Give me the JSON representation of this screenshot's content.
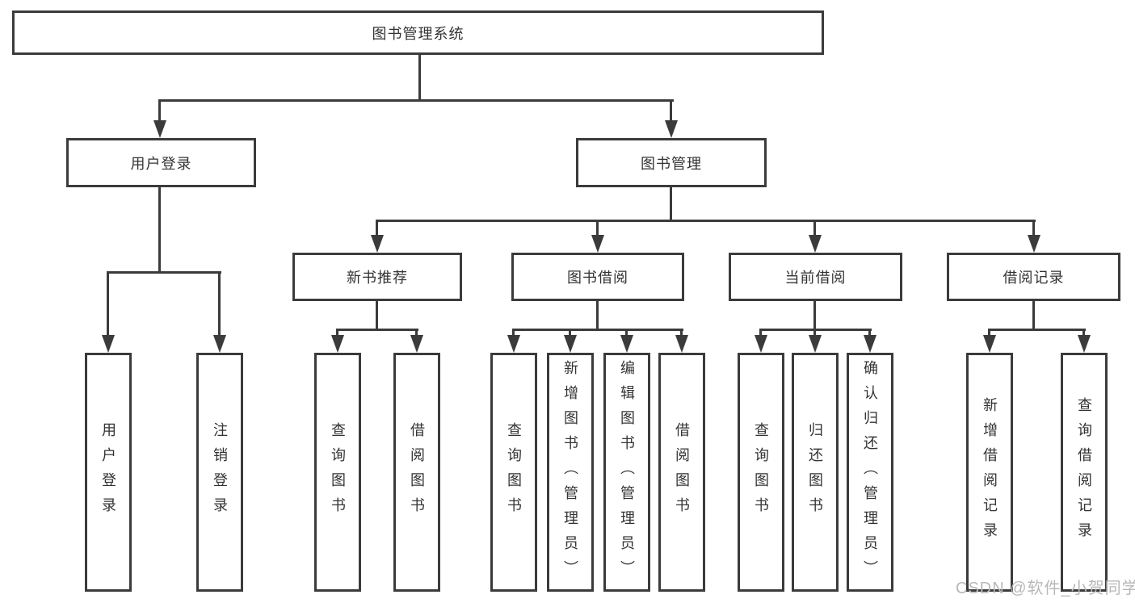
{
  "diagram": {
    "root": {
      "label": "图书管理系统"
    },
    "level2": [
      {
        "id": "user-login",
        "label": "用户登录"
      },
      {
        "id": "book-management",
        "label": "图书管理"
      }
    ],
    "level3": [
      {
        "id": "new-book-recommend",
        "label": "新书推荐"
      },
      {
        "id": "book-borrow",
        "label": "图书借阅"
      },
      {
        "id": "current-borrow",
        "label": "当前借阅"
      },
      {
        "id": "borrow-records",
        "label": "借阅记录"
      }
    ],
    "leaves": [
      {
        "id": "user-login",
        "label": "用户登录"
      },
      {
        "id": "logout",
        "label": "注销登录"
      },
      {
        "id": "query-books-recommend",
        "label": "查询图书"
      },
      {
        "id": "borrow-books-recommend",
        "label": "借阅图书"
      },
      {
        "id": "query-books-borrow",
        "label": "查询图书"
      },
      {
        "id": "add-books-admin",
        "label": "新增图书（管理员）"
      },
      {
        "id": "edit-books-admin",
        "label": "编辑图书（管理员）"
      },
      {
        "id": "borrow-books-borrow",
        "label": "借阅图书"
      },
      {
        "id": "query-books-current",
        "label": "查询图书"
      },
      {
        "id": "return-books",
        "label": "归还图书"
      },
      {
        "id": "confirm-return-admin",
        "label": "确认归还（管理员）"
      },
      {
        "id": "add-borrow-record",
        "label": "新增借阅记录"
      },
      {
        "id": "query-borrow-record",
        "label": "查询借阅记录"
      }
    ],
    "hierarchy": {
      "图书管理系统": {
        "用户登录": [
          "用户登录",
          "注销登录"
        ],
        "图书管理": {
          "新书推荐": [
            "查询图书",
            "借阅图书"
          ],
          "图书借阅": [
            "查询图书",
            "新增图书（管理员）",
            "编辑图书（管理员）",
            "借阅图书"
          ],
          "当前借阅": [
            "查询图书",
            "归还图书",
            "确认归还（管理员）"
          ],
          "借阅记录": [
            "新增借阅记录",
            "查询借阅记录"
          ]
        }
      }
    },
    "colors": {
      "line": "#3b3b3b",
      "text": "#333333",
      "box_background": "#ffffff",
      "watermark": "#b8b8b8"
    },
    "watermark": "CSDN @软件_小贺同学"
  }
}
